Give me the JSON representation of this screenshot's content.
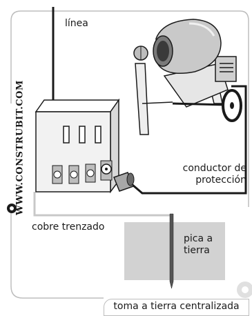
{
  "labels": {
    "line": "línea",
    "protection_conductor_line1": "conductor de",
    "protection_conductor_line2": "protección",
    "braided_copper": "cobre trenzado",
    "ground_rod_line1": "pica a",
    "ground_rod_line2": "tierra",
    "footer": "toma a tierra centralizada"
  },
  "copyright": "WWW.CONSTRUBIT.COM",
  "colors": {
    "background": "#ffffff",
    "frame": "#bdbdbd",
    "outline": "#1a1a1a",
    "panel_fill": "#f2f2f2",
    "ground_fill": "#d2d2d2",
    "drum_fill": "#c9c9c9"
  }
}
